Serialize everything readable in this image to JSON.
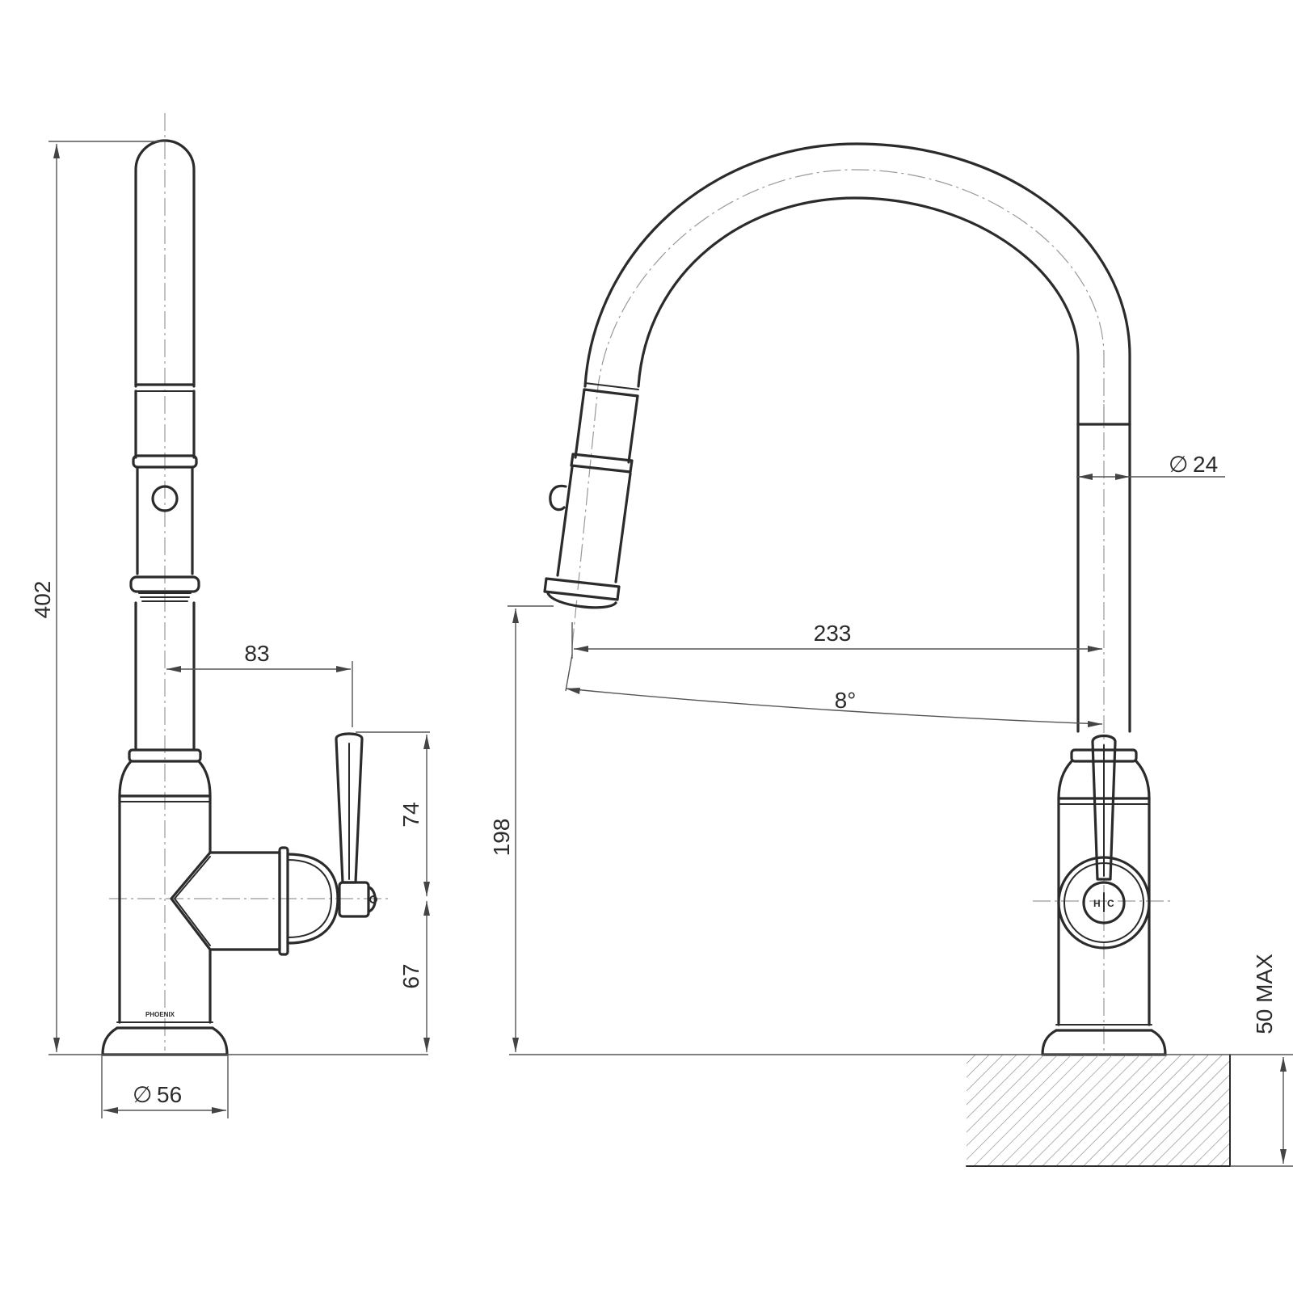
{
  "brand_mark": "PHOENIX",
  "handle_label": {
    "hot": "H",
    "cold": "C"
  },
  "dimensions": {
    "overall_height": "402",
    "lever_reach": "83",
    "lever_upper": "74",
    "lever_lower": "67",
    "base_diameter_symbol": "∅",
    "base_diameter": "56",
    "spout_reach": "233",
    "spout_angle": "8°",
    "spout_clearance": "198",
    "spout_diameter_symbol": "∅",
    "spout_diameter": "24",
    "bench_thickness": "50 MAX"
  },
  "colors": {
    "line": "#2b2b2b",
    "dimension": "#555555",
    "centerline": "#999999"
  }
}
